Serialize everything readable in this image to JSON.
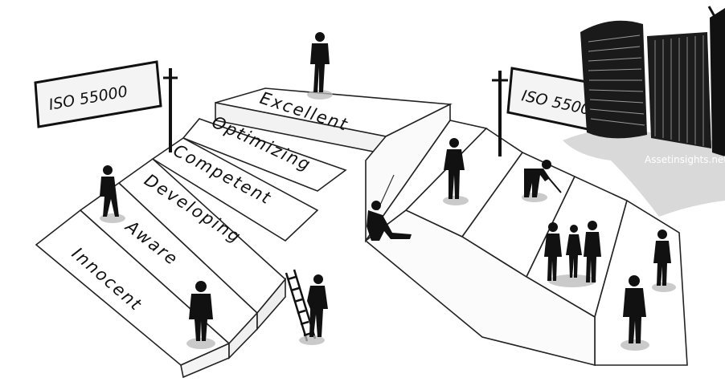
{
  "maturity_levels": [
    "Innocent",
    "Aware",
    "Developing",
    "Competent",
    "Optimizing",
    "Excellent"
  ],
  "signs": {
    "left": "ISO 55000",
    "right": "ISO 55000"
  },
  "watermark": "Assetinsights.net",
  "colors": {
    "ink": "#111111",
    "paper": "#ffffff",
    "building": "#1a1a1a",
    "cloud": "#d9d9d9"
  }
}
